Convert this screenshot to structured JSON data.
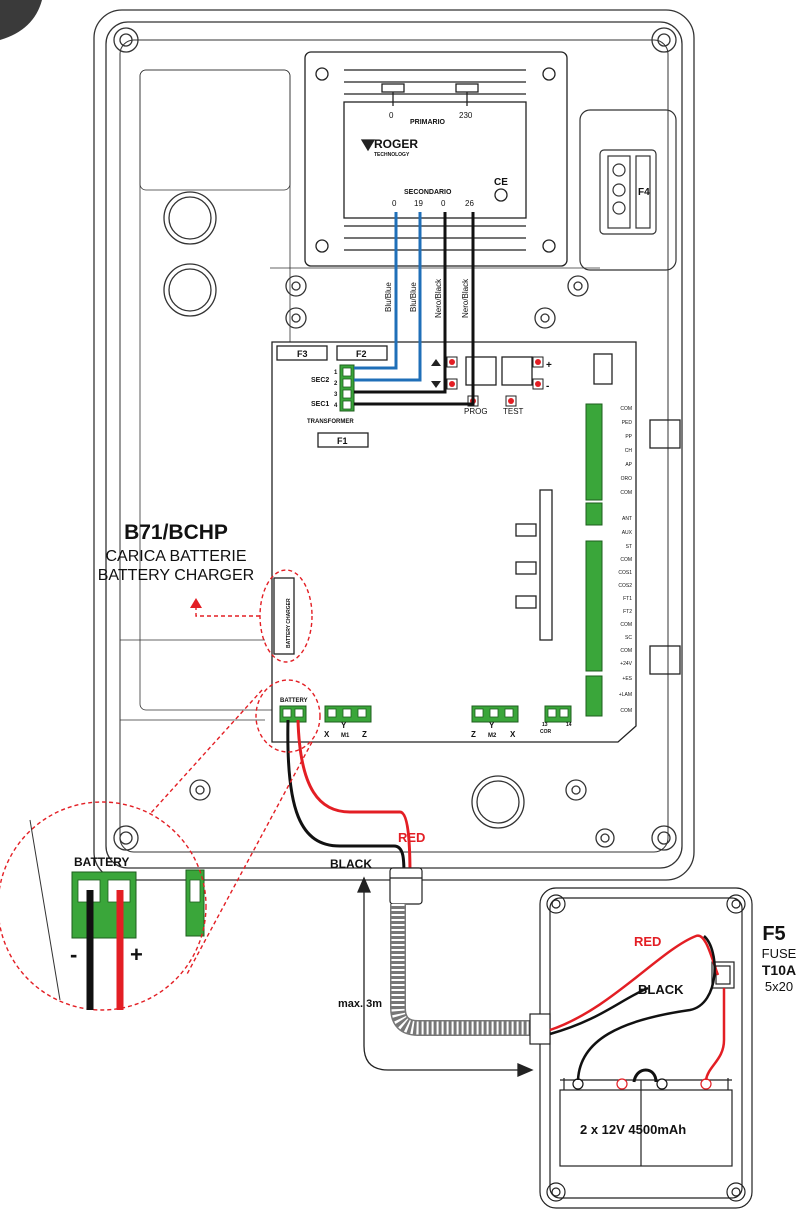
{
  "transformer": {
    "primary_label": "PRIMARIO",
    "primary_taps": [
      "0",
      "230"
    ],
    "brand_line1": "ROGER",
    "brand_line2": "TECHNOLOGY",
    "secondary_label": "SECONDARIO",
    "secondary_taps": [
      "0",
      "19",
      "0",
      "26"
    ],
    "ce_mark": "CE"
  },
  "wires": {
    "blue1": "Blu/Blue",
    "blue2": "Blu/Blue",
    "black1": "Nero/Black",
    "black2": "Nero/Black"
  },
  "board": {
    "fuse_f1": "F1",
    "fuse_f2": "F2",
    "fuse_f3": "F3",
    "fuse_f4": "F4",
    "sec2": "SEC2",
    "sec1": "SEC1",
    "pin_numbers": [
      "1",
      "2",
      "3",
      "4"
    ],
    "transformer_label": "TRANSFORMER",
    "prog": "PROG",
    "test": "TEST",
    "plus": "+",
    "minus": "-",
    "battery_label": "BATTERY",
    "battery_slot_label": "BATTERY CHARGER",
    "m1": "M1",
    "m2": "M2",
    "x": "X",
    "y": "Y",
    "z": "Z",
    "cor": "COR",
    "pin13": "13",
    "pin14": "14",
    "right_terminals": [
      "COM",
      "PED",
      "PP",
      "CH",
      "AP",
      "ORO",
      "COM",
      "ANT",
      "AUX",
      "ST",
      "COM",
      "COS1",
      "COS2",
      "FT1",
      "FT2",
      "COM",
      "SC",
      "COM",
      "+24V",
      "+ES",
      "+LAM",
      "COM"
    ]
  },
  "charger": {
    "title": "B71/BCHP",
    "line1": "CARICA BATTERIE",
    "line2": "BATTERY CHARGER"
  },
  "detail": {
    "battery_label": "BATTERY",
    "minus": "-",
    "plus": "+"
  },
  "cables": {
    "red": "RED",
    "black": "BLACK",
    "max_length": "max. 3m"
  },
  "battery_box": {
    "red": "RED",
    "black": "BLACK",
    "battery_spec": "2 x 12V 4500mAh"
  },
  "fuse": {
    "title": "F5",
    "line1": "FUSE",
    "line2": "T10A",
    "line3": "5x20"
  },
  "colors": {
    "wire_blue": "#1f6fb8",
    "wire_red": "#e31e24",
    "wire_black": "#111111",
    "terminal_green": "#3aa63a",
    "callout_red": "#e31e24"
  }
}
